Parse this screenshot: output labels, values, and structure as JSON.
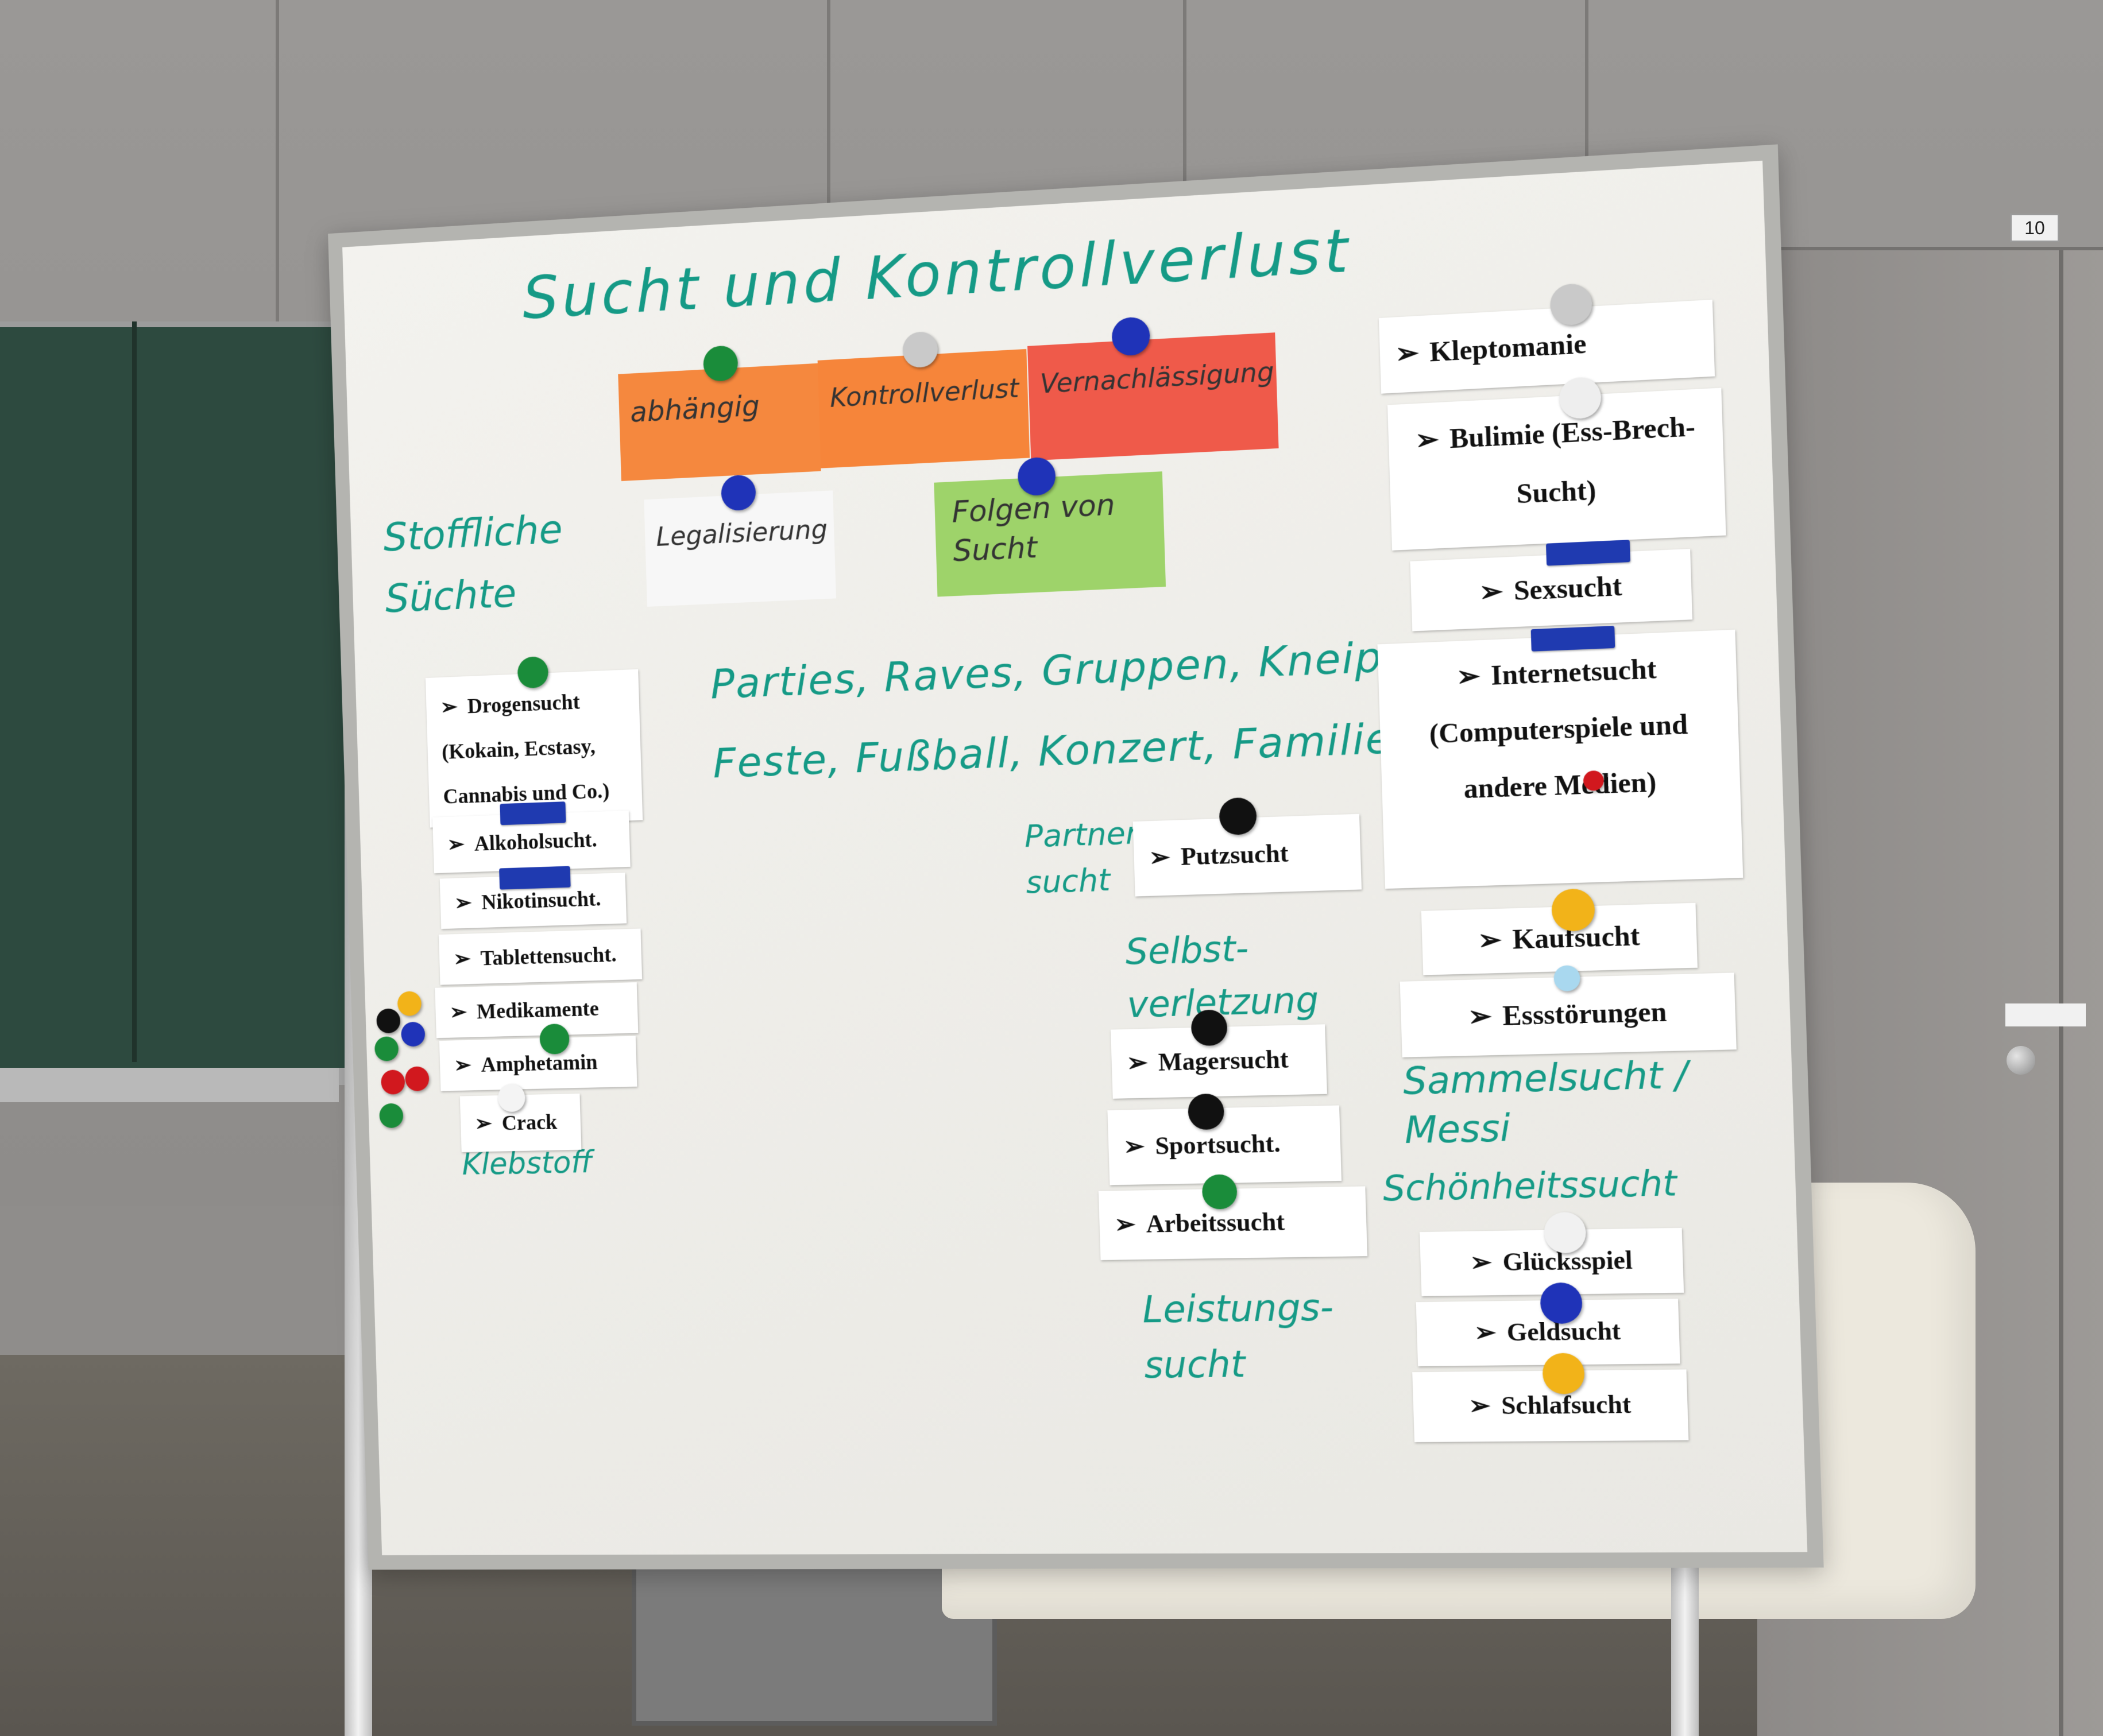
{
  "title": "Sucht und Kontrollverlust",
  "concepts": {
    "abhaengig": "abhängig",
    "kontrollverlust": "Kontrollverlust",
    "vernachlaessigung": "Vernachlässigung",
    "legalisierung": "Legalisierung",
    "folgen": "Folgen von Sucht"
  },
  "headings": {
    "stoffliche": "Stoffliche Süchte",
    "klebstoff": "Klebstoff",
    "partys_line1": "Parties, Raves, Gruppen, Kneipe",
    "partys_line2": "Feste, Fußball, Konzert, Familienfeier",
    "partnersucht": "Partner-sucht",
    "selbstverletzung": "Selbst-verletzung",
    "sammelsucht": "Sammelsucht / Messi",
    "schoenheitssucht": "Schönheitssucht",
    "leistungssucht": "Leistungs-sucht"
  },
  "cards_left": [
    "Drogensucht (Kokain, Ecstasy, Cannabis und Co.)",
    "Alkoholsucht.",
    "Nikotinsucht.",
    "Tablettensucht.",
    "Medikamente",
    "Amphetamin",
    "Crack"
  ],
  "cards_middle": [
    "Putzsucht",
    "Magersucht",
    "Sportsucht.",
    "Arbeitssucht"
  ],
  "cards_right": [
    "Kleptomanie",
    "Bulimie (Ess-Brech-Sucht)",
    "Sexsucht",
    "Internetsucht (Computerspiele und andere Medien)",
    "Kaufsucht",
    "Essstörungen",
    "Glücksspiel",
    "Geldsucht",
    "Schlafsucht"
  ],
  "bullet": "➢",
  "room": {
    "locker_number": "10"
  },
  "colors": {
    "marker": "#159a86",
    "orange": "#f5883e",
    "red": "#ef5a4a",
    "green": "#9ed36a",
    "magnet_green": "#1a8c3a",
    "magnet_blue": "#1f33b8",
    "magnet_black": "#111111",
    "magnet_yellow": "#f2b319",
    "magnet_red": "#d1181e",
    "magnet_grey": "#c9c9c9"
  },
  "icons": [
    "magnet-icon",
    "bullet-arrow-icon"
  ]
}
